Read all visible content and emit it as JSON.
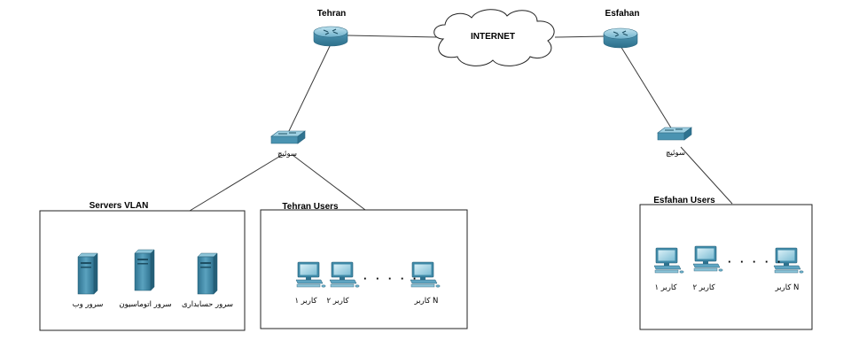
{
  "sites": {
    "tehran": {
      "router_label": "Tehran",
      "switch_label": "سوئیچ"
    },
    "esfahan": {
      "router_label": "Esfahan",
      "switch_label": "سوئیچ"
    }
  },
  "internet": {
    "label": "INTERNET"
  },
  "groups": {
    "servers_vlan": {
      "title": "Servers VLAN",
      "servers": [
        {
          "label": "سرور وب"
        },
        {
          "label": "سرور اتوماسیون"
        },
        {
          "label": "سرور حسابداری"
        }
      ]
    },
    "tehran_users": {
      "title": "Tehran Users",
      "users": [
        {
          "label": "کاربر ۱"
        },
        {
          "label": "کاربر ۲"
        },
        {
          "label": "کاربر N"
        }
      ],
      "ellipsis": "· · · · ·"
    },
    "esfahan_users": {
      "title": "Esfahan Users",
      "users": [
        {
          "label": "کاربر ۱"
        },
        {
          "label": "کاربر ۲"
        },
        {
          "label": "کاربر N"
        }
      ],
      "ellipsis": "· · · · ·"
    }
  },
  "colors": {
    "device_blue": "#5fa4c0",
    "device_dark": "#2e6f8c",
    "device_light": "#a9d6e6",
    "line": "#3a3a3a"
  }
}
